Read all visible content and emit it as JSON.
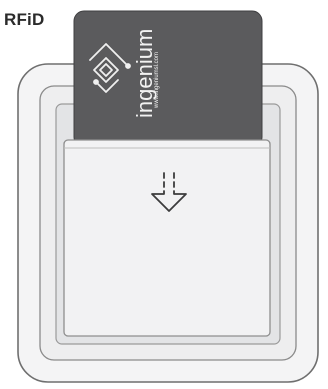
{
  "tag": "RFiD",
  "card": {
    "brand": "ingenium",
    "website": "www.ingeniumsl.com",
    "logo_icon": "ingenium-logo-icon",
    "color": "#5a5a5c"
  },
  "holder": {
    "insert_arrow_icon": "down-arrow-icon",
    "frame_color": "#f1f1f2",
    "slot_color": "#e6e7e8",
    "outline_color": "#7a7a7a"
  }
}
